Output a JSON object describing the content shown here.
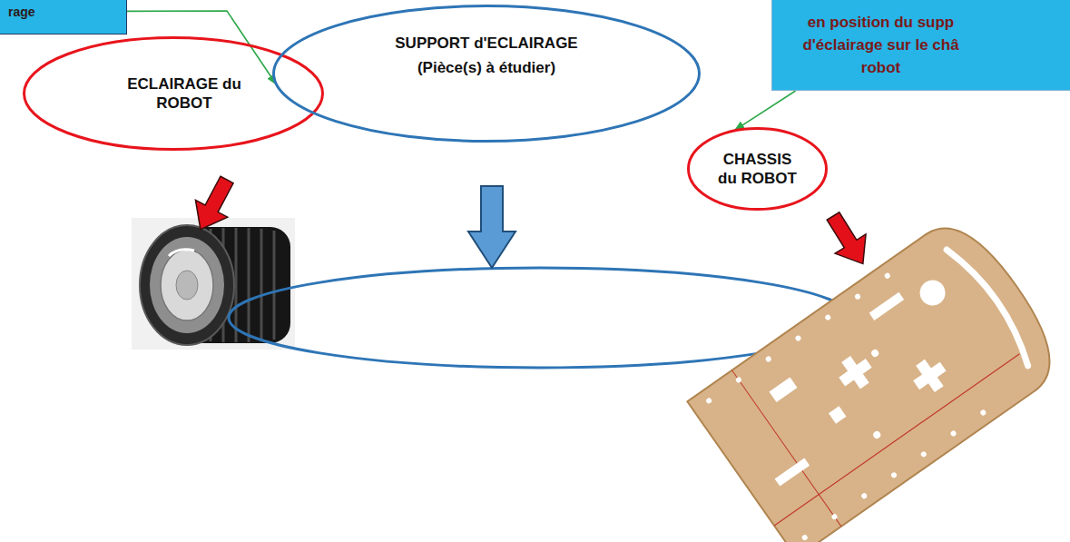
{
  "diagram": {
    "nodes": [
      {
        "text": [
          "rage"
        ]
      },
      {
        "text": [
          "ECLAIRAGE du ROBOT"
        ]
      },
      {
        "text": [
          "SUPPORT d'ECLAIRAGE",
          "(Pièce(s) à étudier)"
        ]
      },
      {
        "text": [
          "en position du supp d'éclairage sur le châ robot"
        ]
      },
      {
        "text": [
          "CHASSIS du ROBOT"
        ]
      }
    ],
    "edges": [
      {
        "from": 0,
        "to": 2,
        "arrow": "to"
      },
      {
        "from": 3,
        "to": 4,
        "arrow": "to"
      }
    ]
  }
}
